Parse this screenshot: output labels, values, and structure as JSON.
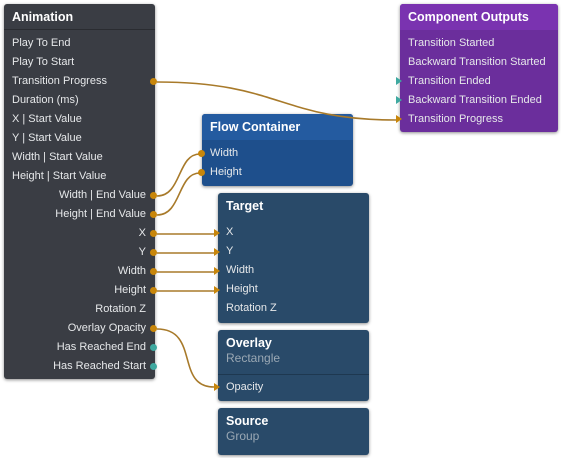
{
  "nodes": {
    "animation": {
      "title": "Animation",
      "inputs": [
        "Play To End",
        "Play To Start",
        "Transition Progress",
        "Duration (ms)",
        "X | Start Value",
        "Y | Start Value",
        "Width | Start Value",
        "Height | Start Value"
      ],
      "outputs": [
        "Width | End Value",
        "Height | End Value",
        "X",
        "Y",
        "Width",
        "Height",
        "Rotation Z",
        "Overlay Opacity",
        "Has Reached End",
        "Has Reached Start"
      ]
    },
    "component_outputs": {
      "title": "Component Outputs",
      "ports": [
        "Transition Started",
        "Backward Transition Started",
        "Transition Ended",
        "Backward Transition Ended",
        "Transition Progress"
      ]
    },
    "flow_container": {
      "title": "Flow Container",
      "ports": [
        "Width",
        "Height"
      ]
    },
    "target": {
      "title": "Target",
      "ports": [
        "X",
        "Y",
        "Width",
        "Height",
        "Rotation Z"
      ]
    },
    "overlay": {
      "title": "Overlay",
      "subtitle": "Rectangle",
      "ports": [
        "Opacity"
      ]
    },
    "source": {
      "title": "Source",
      "subtitle": "Group"
    }
  },
  "colors": {
    "wire": "#a87a2a",
    "port_value": "#c8860a",
    "port_signal": "#3fa9a0",
    "animation_bg": "#3a3d44",
    "outputs_bg": "#6b2e9c",
    "flow_bg": "#1e4f8c",
    "visual_bg": "#294a69"
  }
}
